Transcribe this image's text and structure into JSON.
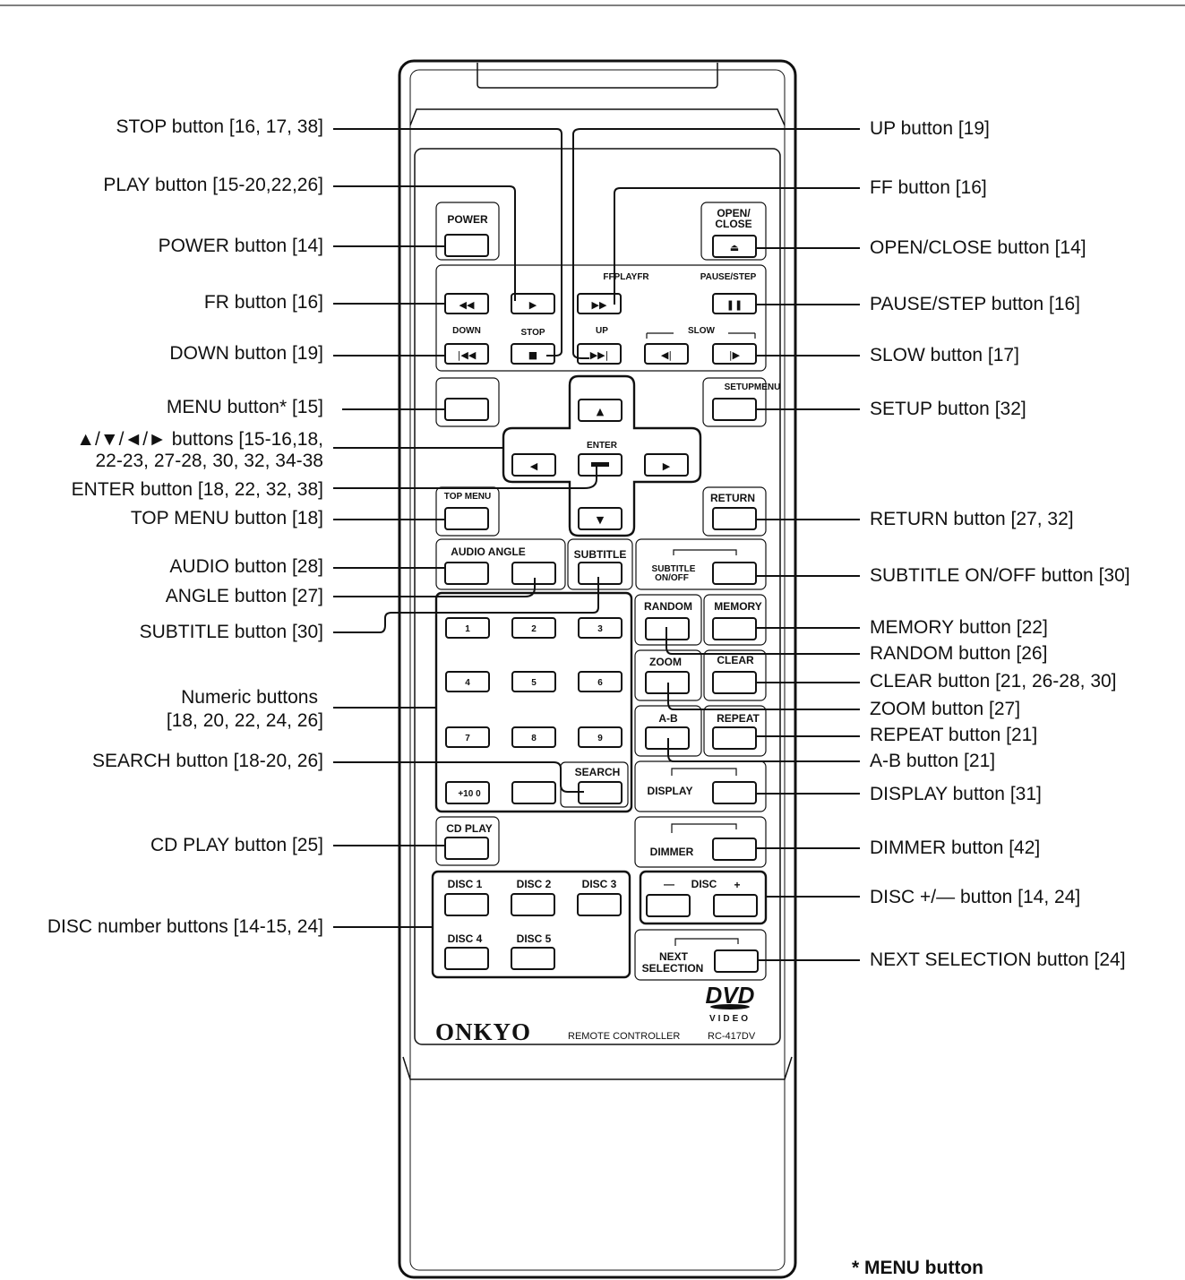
{
  "remote": {
    "keys": {
      "power": "POWER",
      "open_close_1": "OPEN/",
      "open_close_2": "CLOSE",
      "ffplayfr": "FFPLAYFR",
      "pause_step": "PAUSE/STEP",
      "down": "DOWN",
      "stop": "STOP",
      "up": "UP",
      "slow": "SLOW",
      "setupmenu": "SETUPMENU",
      "enter": "ENTER",
      "top_menu": "TOP MENU",
      "return": "RETURN",
      "audio_angle": "AUDIO ANGLE",
      "subtitle": "SUBTITLE",
      "subtitle_onoff_1": "SUBTITLE",
      "subtitle_onoff_2": "ON/OFF",
      "random": "RANDOM",
      "memory": "MEMORY",
      "zoom": "ZOOM",
      "clear": "CLEAR",
      "ab": "A-B",
      "repeat": "REPEAT",
      "search": "SEARCH",
      "display": "DISPLAY",
      "cd_play": "CD PLAY",
      "dimmer": "DIMMER",
      "disc1": "DISC 1",
      "disc2": "DISC 2",
      "disc3": "DISC 3",
      "disc4": "DISC 4",
      "disc5": "DISC 5",
      "disc_minus": "—",
      "disc": "DISC",
      "disc_plus": "+",
      "next_selection_1": "NEXT",
      "next_selection_2": "SELECTION",
      "plus10": "+10 0",
      "n1": "1",
      "n2": "2",
      "n3": "3",
      "n4": "4",
      "n5": "5",
      "n6": "6",
      "n7": "7",
      "n8": "8",
      "n9": "9"
    },
    "brand": "ONKYO",
    "subtitle_text": "REMOTE CONTROLLER",
    "model": "RC-417DV",
    "dvd_logo": "DVD",
    "dvd_video": "VIDEO"
  },
  "callouts_left": {
    "stop": "STOP button [16, 17, 38]",
    "play": "PLAY button [15-20,22,26]",
    "power": "POWER button [14]",
    "fr": "FR button [16]",
    "down": "DOWN button [19]",
    "menu": "MENU button* [15]",
    "arrows_1": "▲/▼/◄/► buttons [15-16,18,",
    "arrows_2": "22-23, 27-28, 30, 32, 34-38",
    "enter": "ENTER button [18, 22, 32, 38]",
    "top_menu": "TOP MENU button [18]",
    "audio": "AUDIO button [28]",
    "angle": "ANGLE button [27]",
    "subtitle": "SUBTITLE button [30]",
    "numeric_1": "Numeric buttons",
    "numeric_2": "[18, 20, 22, 24, 26]",
    "search": "SEARCH button [18-20, 26]",
    "cd_play": "CD PLAY button [25]",
    "disc_number": "DISC number buttons [14-15, 24]"
  },
  "callouts_right": {
    "up": "UP button [19]",
    "ff": "FF button [16]",
    "open_close": "OPEN/CLOSE button [14]",
    "pause_step": "PAUSE/STEP button [16]",
    "slow": "SLOW button [17]",
    "setup": "SETUP button [32]",
    "return": "RETURN button [27, 32]",
    "subtitle_onoff": "SUBTITLE ON/OFF button [30]",
    "memory": "MEMORY button [22]",
    "random": "RANDOM button [26]",
    "clear": "CLEAR button [21, 26-28, 30]",
    "zoom": "ZOOM button [27]",
    "repeat": "REPEAT button [21]",
    "ab": "A-B button [21]",
    "display": "DISPLAY button [31]",
    "dimmer": "DIMMER button [42]",
    "disc_pm": "DISC +/— button [14, 24]",
    "next_selection": "NEXT SELECTION button [24]"
  },
  "footnote": "* MENU button"
}
